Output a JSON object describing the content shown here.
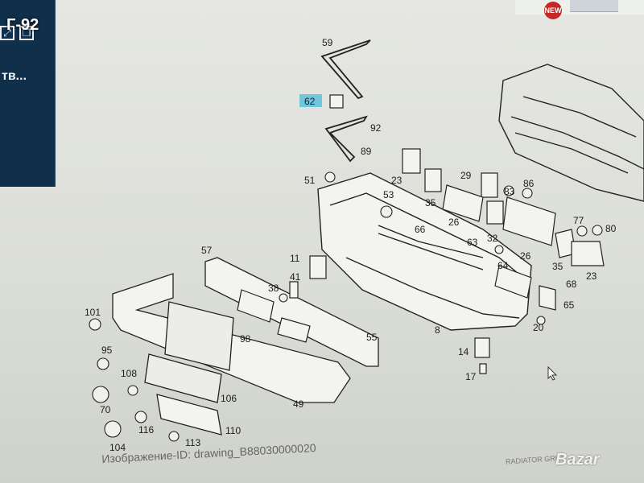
{
  "watermark": "Г-92",
  "left_panel": {
    "truncated_text": "тв..."
  },
  "badge": "NEW",
  "part_labels": [
    "59",
    "62",
    "92",
    "89",
    "51",
    "23",
    "53",
    "29",
    "35",
    "83",
    "86",
    "66",
    "26",
    "63",
    "32",
    "64",
    "77",
    "80",
    "26",
    "35",
    "23",
    "57",
    "11",
    "41",
    "38",
    "68",
    "65",
    "101",
    "98",
    "55",
    "20",
    "8",
    "14",
    "95",
    "108",
    "17",
    "106",
    "49",
    "70",
    "116",
    "110",
    "104",
    "113"
  ],
  "highlighted_label": "62",
  "caption": "Изображение-ID: drawing_B88030000020",
  "caption_right": "RADIATOR GRILL",
  "brand": "Bazar",
  "icons": [
    "expand-icon",
    "copy-icon"
  ]
}
